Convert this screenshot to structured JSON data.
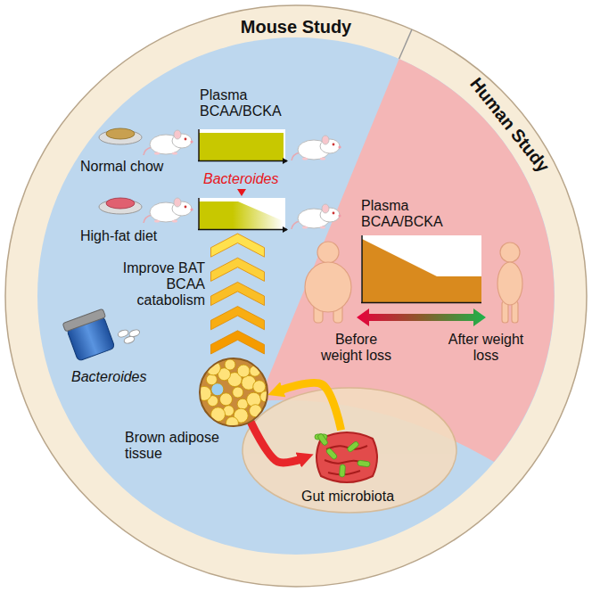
{
  "diagram": {
    "nodes": [
      {
        "text": [
          "Mouse Study"
        ]
      },
      {
        "text": [
          "Plasma BCAA/BCKA"
        ],
        "in": 0
      },
      {
        "text": [
          "Bacteroides"
        ],
        "in": 0
      },
      {
        "text": [
          "Brown adipose tissue"
        ],
        "in": 0
      },
      {
        "text": [
          "Gut microbiota"
        ],
        "in": 0
      },
      {
        "text": [
          "Human Study"
        ]
      },
      {
        "text": [
          "Plasma BCAA/BCKA"
        ],
        "in": 5
      }
    ],
    "edges": [
      {
        "from": 3,
        "to": 4,
        "arrow": "to"
      },
      {
        "from": 4,
        "to": 3,
        "arrow": "to"
      },
      {
        "from": 3,
        "to": 2,
        "arrow": "to",
        "label": "Improve BAT BCAA catabolism"
      }
    ],
    "labels": [
      "Normal chow",
      "High-fat diet",
      "Bacteroides",
      "Before weight loss",
      "After weight loss"
    ]
  }
}
